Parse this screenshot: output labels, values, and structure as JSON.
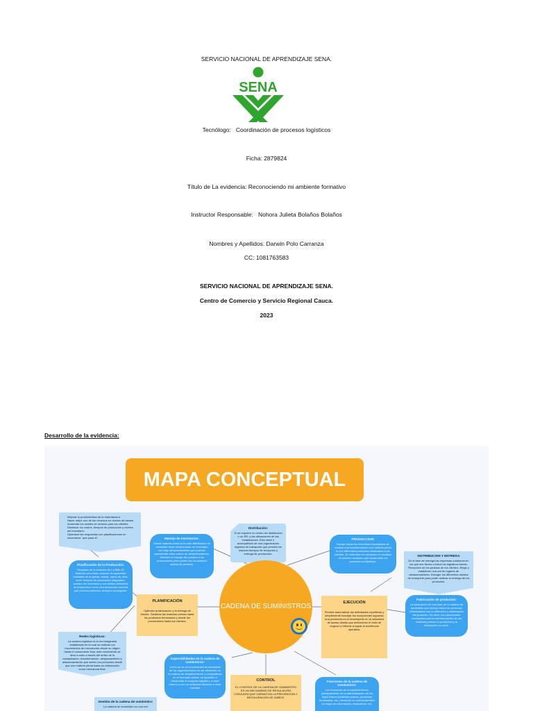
{
  "cover": {
    "institution": "SERVICIO NACIONAL DE APRENDIZAJE SENA.",
    "logo_text": "SENA",
    "tecnologo_label": "Tecnólogo:",
    "tecnologo_value": "Coordinación de procesos logísticos",
    "ficha": "Ficha: 2879824",
    "titulo": "Título de La evidencia: Reconociendo mi ambiente formativo",
    "instructor_label": "Instructor Responsable:",
    "instructor_value": "Nohora Julieta Bolaños Bolaños",
    "nombres": "Nombres y Apellidos: Darwin Polo Carranza",
    "cc": "CC: 1081763583",
    "footer_institution": "SERVICIO NACIONAL DE APRENDIZAJE SENA.",
    "centro": "Centro de Comercio y Servicio Regional Cauca.",
    "year": "2023"
  },
  "desarrollo": "Desarrollo de la evidencia:",
  "map": {
    "title": "MAPA CONCEPTUAL",
    "center": "CADENA DE SUMINISTROS",
    "bullets": [
      "Mejorar la productividad de la manufactura.",
      "Hacer mejor uso de los recursos en niveles de bienes.",
      "Aumentar los niveles de servicio para los clientes.",
      "Disminuir los costos, tiempos de producción y niveles del inventario.",
      "Optimizar las respuestas con planificaciones en escenarios \"que pasa si\"."
    ],
    "planificacion_produccion": {
      "title": "Planificación de la Producción:",
      "body": "Requiere de la creación de La Bills Of Material concretas, conocer la capacidad instalada de la planta, tareas, mano de obra, tener tiempos de producción asignados, cambio del inventario y con límites eficientes de producción como una secuencia correcta que provoca primeros despues proceguido."
    },
    "manejo_inventarios": {
      "title": "Manejo de Inventarios:",
      "body": "Desde materia prima si es sólo distribución se necesitan tener niveles tanto de inventario con bajo almacenamiento que puedan representar altos costos de almacenamiento. También el manejo de pedidos a los proveedores para contar con la cantidad optima de pedidos."
    },
    "distribucion": {
      "title": "Distribución:",
      "body": "Si se requiere un centro de distribución o un 3PL y las ubicaciones de las instalaciones. Esto debe ir acompañado de una organización logística de transporte que permita los mejores tiempos de recepción y entrega de producción."
    },
    "produccion": {
      "title": "PRODUCCION:",
      "body": "Incluye todas las empresas encargadas de realizar una transformación una materia prima en los diferentes productos destinados a los clientes. En esta fase es necesario el contacto de primero acciones que desarrollen los procesos productivos."
    },
    "distribucion_entrega": {
      "title": "DISTRIBUCION Y ENTREGA",
      "body": "Es la fase de entrega las empresas colaboran en los que son flecos a todos los logísticos tareas. Recepción de los pedidos de los clientes. Elegir y establecer una red de lugares de almacenamiento. Escoger los diferentes medios de transporte para poder realizar la entrega de los productos."
    },
    "fabricacion": {
      "title": "Fabricación de productos:",
      "body": "La fabricación en una fase de la cadena de suministro que incluye todos los procesos relacionados con la obtención y elaboración del producto. Es decir, las operaciones necesarias para la transformación de las materias primas en productos y la fabricación en serie."
    },
    "planificacion": {
      "title": "PLANIFICACIÓN",
      "body": "Optimiza la fabricación y la entrega de bienes. Gestiona las materias primas hasta los productos terminados y desde los proveedores hasta los clientes."
    },
    "ejecucion": {
      "title": "EJECUCIÓN",
      "body": "Permite automatizar las actividades repetitivas y simplemente manejar las excepciones logrando una presencia en el desempeño en la velocidad de tareas diarias que determinen el éxito de negocio y bifurcar a lograr la excelencia operativa."
    },
    "redes": {
      "title": "Redes logísticas:",
      "body": "La cadena logística es la red imaginaria establecida en la cual se realizan los movimientos de mercancías desde su origen hasta el consumidor final, este movimiento se lleva a cabo a través del arribo de la manipulación, transformación, desplazamiento y almacenamiento que sufren los productos desde que son materia prima hasta su elaboración como mercancía final."
    },
    "superavit": {
      "title": "Superabilidades en la cadena de suministros:",
      "body": "Como se ve en el presentes la necesidad de las organizaciones de ser eficientes en la cadena de abastecimiento y competitivas en el mercado actual, ha ayudado a desarrollar el conjunto logístico, a nivel interno y con un ambiente eficiente a nivel mundial."
    },
    "control": {
      "title": "CONTROL",
      "body": "EL CONTROL DE LA CADENA DE SUMINISTRO ES UN MECANISMO DE REGULACIÓN CONJUNTA QUE GARANTIZA LA PREVENCIÓN Y RESTAURACIÓN DE DAÑOS."
    },
    "funciones": {
      "title": "Funciones de la cadena de suministros:",
      "body": "Las funciones de la logística tienen principalmente en la administración de los flujos físicos (materias primas, productos terminados, etc.) teniendo en cuenta también los flujos de información, financieros, etc."
    },
    "gestion": {
      "title": "Gestión de la cadena de suministro:",
      "body": "La cadena de suministro es una red"
    }
  }
}
